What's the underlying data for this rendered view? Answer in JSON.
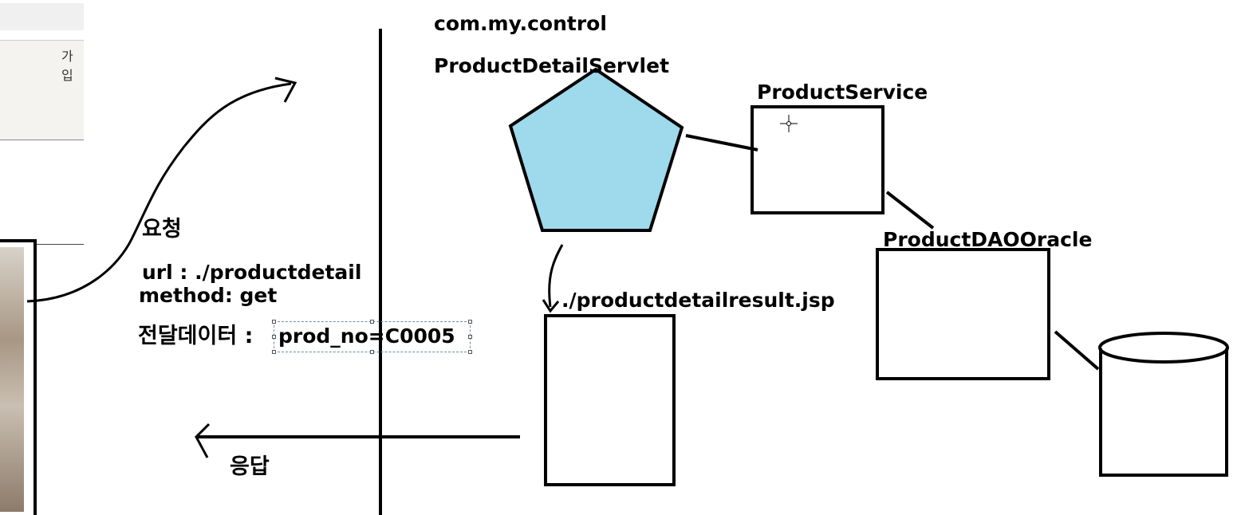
{
  "background": {
    "panel_text": "가입"
  },
  "labels": {
    "package": "com.my.control",
    "servlet": "ProductDetailServlet",
    "service": "ProductService",
    "dao": "ProductDAOOracle",
    "request": "요청",
    "url": "url : ./productdetail",
    "method": "method: get",
    "data_prefix": "전달데이터 :",
    "data_value": "prod_no=C0005",
    "jsp": "./productdetailresult.jsp",
    "response": "응답"
  },
  "colors": {
    "pentagon_fill": "#9ed9ec",
    "stroke": "#000000",
    "selection": "#6a8da8"
  },
  "icons": {
    "cursor": "crosshair-cursor-icon"
  }
}
